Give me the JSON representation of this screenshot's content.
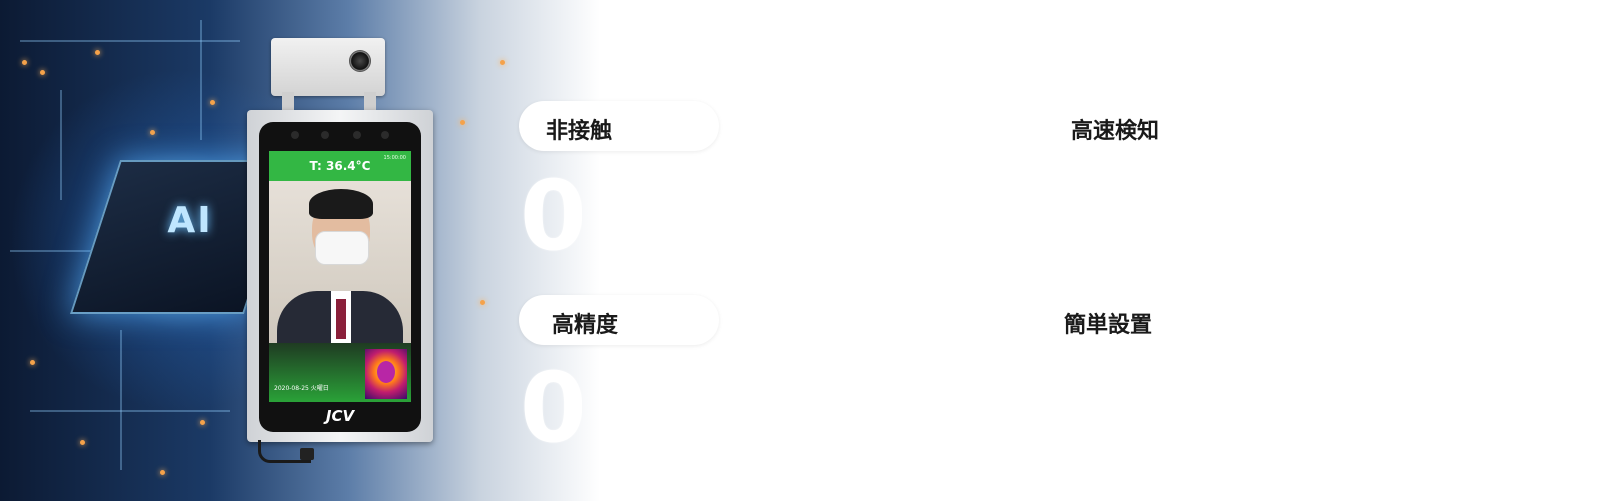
{
  "device": {
    "temperature": "T: 36.4°C",
    "clock": "15:00:00",
    "date": "2020-08-25 火曜日",
    "brand": "JCV",
    "ai_label": "AI"
  },
  "features": [
    {
      "title": "非接触",
      "number": "01"
    },
    {
      "title": "高速検知"
    },
    {
      "title": "高精度",
      "number": "03"
    },
    {
      "title": "簡単設置"
    }
  ],
  "colors": {
    "screen_green": "#33b744",
    "text_dark": "#1a1a1a"
  }
}
